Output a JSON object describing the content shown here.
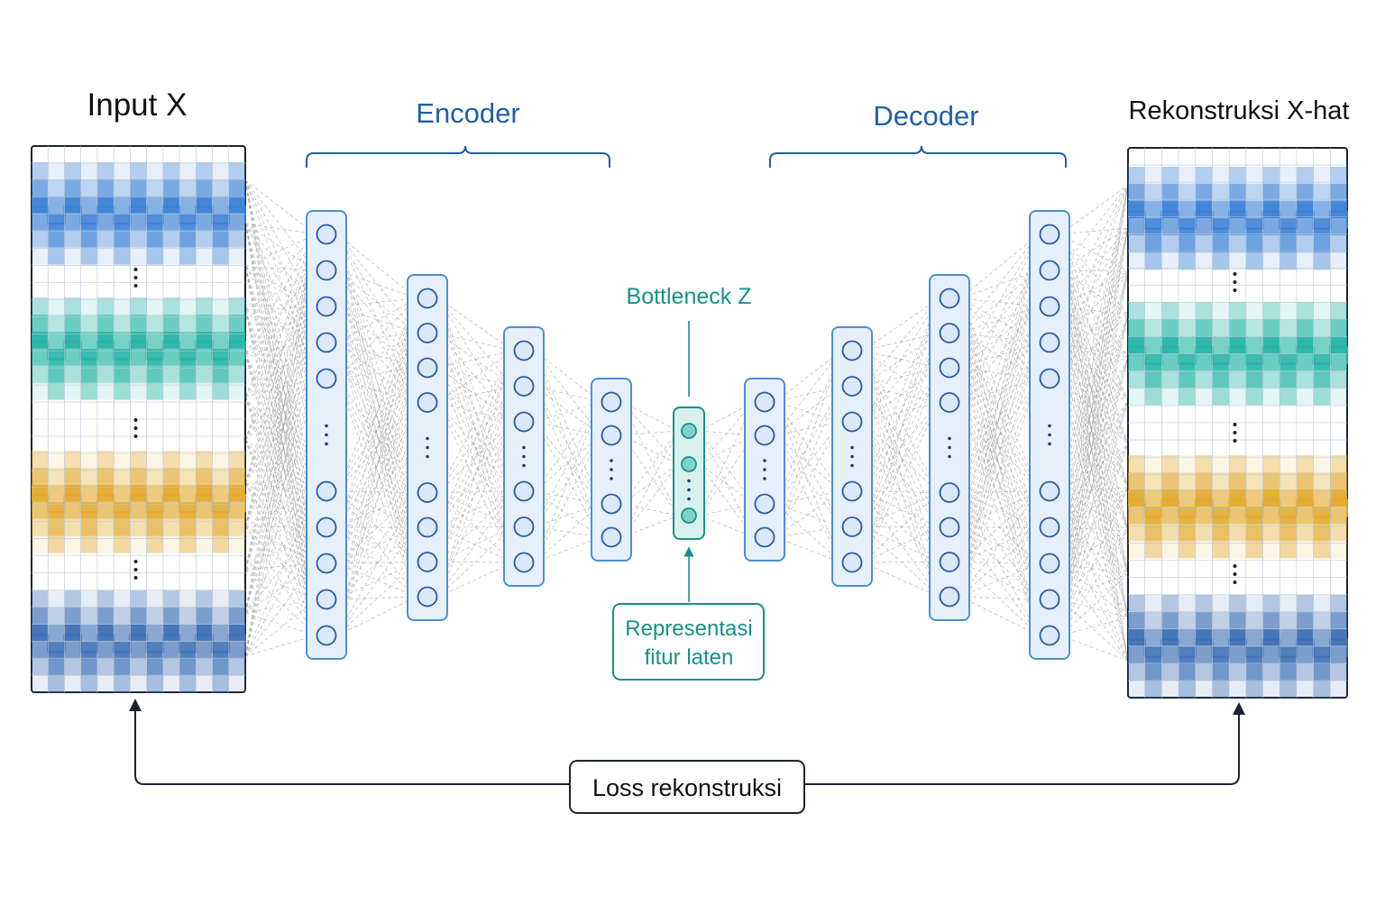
{
  "labels": {
    "input": "Input X",
    "output": "Rekonstruksi X-hat",
    "encoder": "Encoder",
    "decoder": "Decoder",
    "bottleneck": "Bottleneck Z",
    "latent_line1": "Representasi",
    "latent_line2": "fitur laten",
    "loss": "Loss rekonstruksi"
  },
  "colors": {
    "blue_label": "#1f5fa8",
    "teal_label": "#16918a",
    "node_stroke": "#2c5aa0",
    "layer_fill": "#e6f0fb",
    "layer_stroke": "#4a8fd6",
    "bottleneck_fill": "#d8f1ec",
    "bottleneck_stroke": "#16918a",
    "band_blue": "#3a7fd4",
    "band_teal": "#23b3a4",
    "band_gold": "#e2a92c",
    "band_navy": "#3d6fb5",
    "connection": "#9a9a9a",
    "frame": "#1c2430"
  },
  "encoder_layers": [
    {
      "top_nodes": 5,
      "bottom_nodes": 5
    },
    {
      "top_nodes": 4,
      "bottom_nodes": 4
    },
    {
      "top_nodes": 3,
      "bottom_nodes": 3
    },
    {
      "top_nodes": 2,
      "bottom_nodes": 2
    }
  ],
  "bottleneck_nodes": {
    "top_nodes": 2,
    "bottom_nodes": 1
  },
  "decoder_layers": [
    {
      "top_nodes": 2,
      "bottom_nodes": 2
    },
    {
      "top_nodes": 3,
      "bottom_nodes": 3
    },
    {
      "top_nodes": 4,
      "bottom_nodes": 4
    },
    {
      "top_nodes": 5,
      "bottom_nodes": 5
    }
  ],
  "signal_bands": [
    "blue",
    "teal",
    "gold",
    "navy"
  ]
}
